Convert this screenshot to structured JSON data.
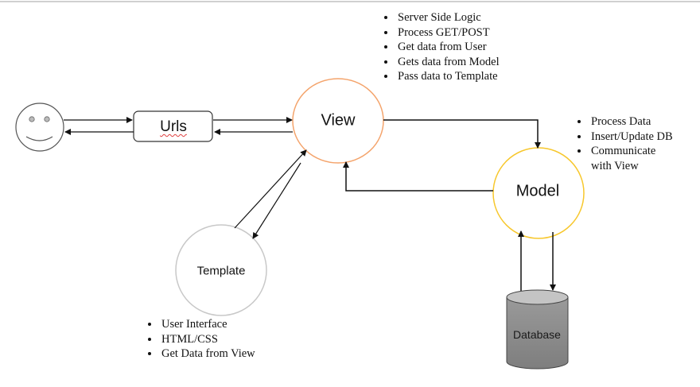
{
  "nodes": {
    "urls": "Urls",
    "view": "View",
    "model": "Model",
    "template": "Template",
    "database": "Database"
  },
  "view_notes": [
    "Server Side Logic",
    "Process GET/POST",
    "Get data from User",
    "Gets data from Model",
    "Pass data to Template"
  ],
  "model_notes": [
    "Process Data",
    "Insert/Update DB",
    "Communicate with View"
  ],
  "template_notes": [
    "User Interface",
    "HTML/CSS",
    "Get Data from View"
  ],
  "colors": {
    "view": "#f4a46c",
    "model": "#f7c72c",
    "template": "#c8c8c8",
    "database": "#8c8c8c"
  }
}
